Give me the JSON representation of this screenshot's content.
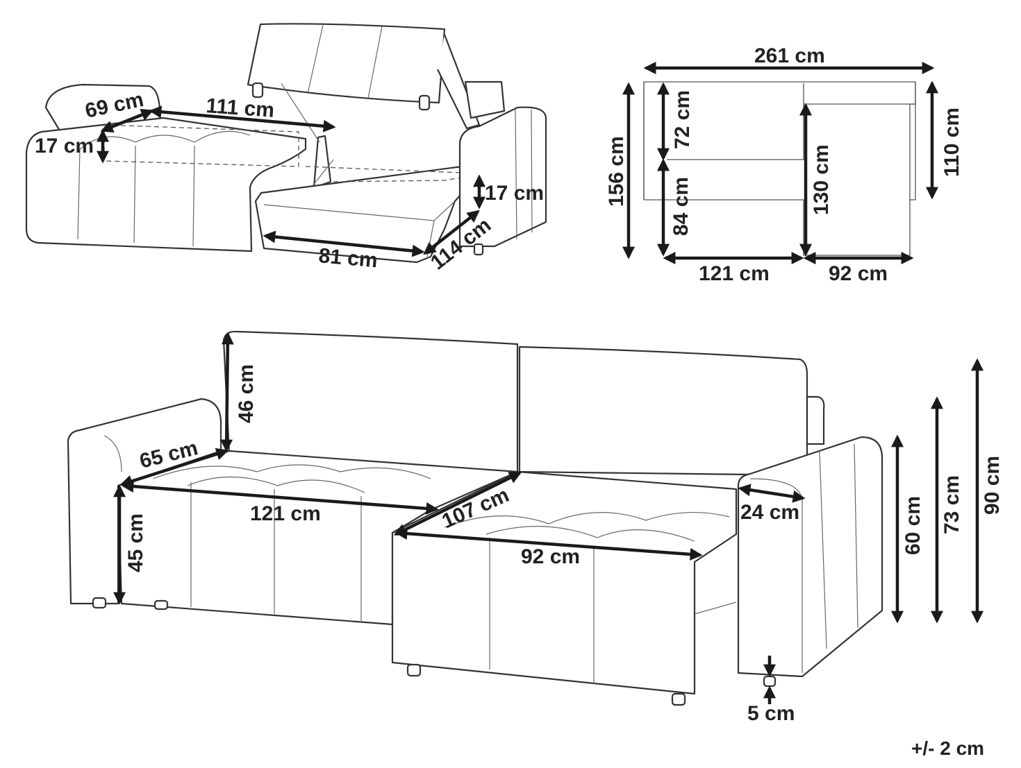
{
  "dimensions": {
    "storage_depth_left": "69 cm",
    "storage_width_left": "111 cm",
    "storage_height_left": "17 cm",
    "storage_height_right": "17 cm",
    "storage_depth_right": "114 cm",
    "storage_width_right": "81 cm",
    "plan_total_width": "261 cm",
    "plan_total_depth": "156 cm",
    "plan_back_depth": "72 cm",
    "plan_front_depth": "84 cm",
    "plan_chaise_depth": "130 cm",
    "plan_arm_depth": "110 cm",
    "plan_main_width": "121 cm",
    "plan_chaise_width": "92 cm",
    "backrest_height": "46 cm",
    "seat_depth": "65 cm",
    "seat_width": "121 cm",
    "seat_height": "45 cm",
    "chaise_length": "107 cm",
    "chaise_width": "92 cm",
    "armrest_width": "24 cm",
    "armrest_height": "60 cm",
    "back_height": "73 cm",
    "total_height": "90 cm",
    "leg_height": "5 cm"
  },
  "tolerance": "+/- 2 cm",
  "icons": {
    "arrow": "double-headed-arrow"
  },
  "colors": {
    "line": "#333333",
    "arrow": "#1a1a1a",
    "text": "#222222"
  }
}
